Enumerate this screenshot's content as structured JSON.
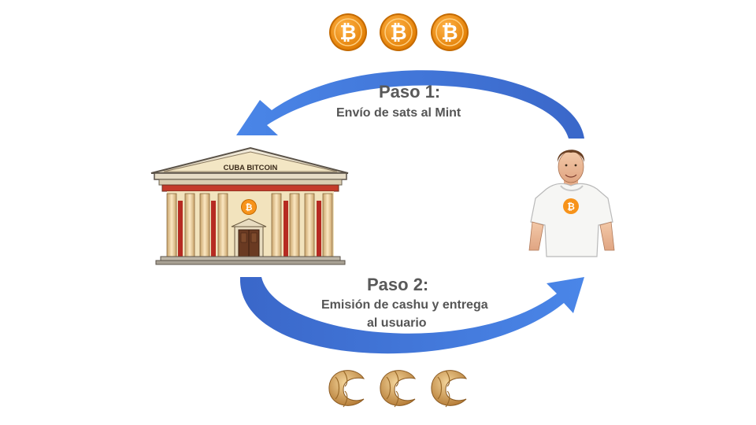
{
  "step1": {
    "title": "Paso 1:",
    "description": "Envío de sats al Mint"
  },
  "step2": {
    "title": "Paso 2:",
    "description_line1": "Emisión de cashu y entrega",
    "description_line2": "al usuario"
  },
  "bank": {
    "sign": "CUBA BITCOIN",
    "emblem_glyph": "₿"
  },
  "user": {
    "shirt_glyph": "₿"
  },
  "coins": {
    "glyph": "₿",
    "count": 3
  },
  "cashu": {
    "count": 3
  },
  "icons": [
    "bitcoin-coin-icon",
    "cashu-token-icon",
    "bank-building-icon",
    "user-person-icon",
    "arrow-icon"
  ],
  "colors": {
    "arrow_blue": "#3f73d6",
    "coin_orange": "#f7931a",
    "text_gray": "#555555"
  }
}
